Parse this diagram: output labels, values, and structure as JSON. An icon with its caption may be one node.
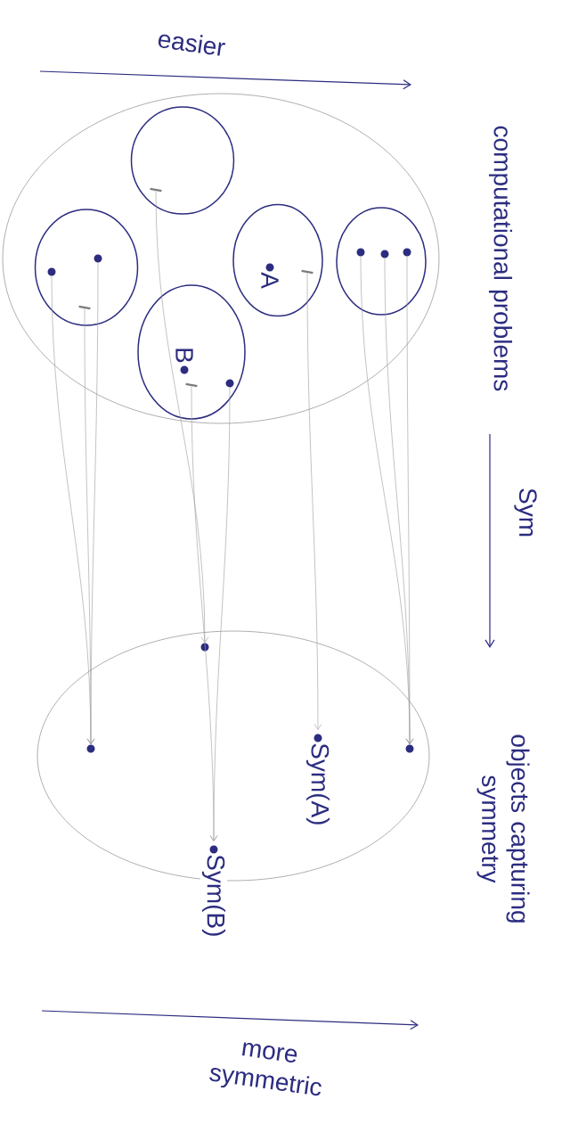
{
  "diagram": {
    "nodes": [
      {
        "text": [
          "computational problems"
        ]
      },
      {
        "text": [],
        "shape": "circle",
        "in": 0
      },
      {
        "text": [],
        "shape": "circle",
        "in": 0
      },
      {
        "text": [],
        "shape": "circle",
        "in": 0
      },
      {
        "text": [],
        "shape": "circle",
        "in": 0
      },
      {
        "text": [],
        "shape": "circle",
        "in": 0
      },
      {
        "text": [],
        "shape": "bar",
        "in": 1
      },
      {
        "text": [],
        "shape": "circle",
        "in": 2
      },
      {
        "text": [],
        "shape": "circle",
        "in": 2
      },
      {
        "text": [],
        "shape": "bar",
        "in": 2
      },
      {
        "text": [
          "A"
        ],
        "in": 3
      },
      {
        "text": [],
        "shape": "bar",
        "in": 3
      },
      {
        "text": [],
        "shape": "circle",
        "in": 4
      },
      {
        "text": [],
        "shape": "circle",
        "in": 4
      },
      {
        "text": [],
        "shape": "circle",
        "in": 4
      },
      {
        "text": [
          "B"
        ],
        "in": 5
      },
      {
        "text": [],
        "shape": "bar",
        "in": 5
      },
      {
        "text": [],
        "shape": "circle",
        "in": 5
      },
      {
        "text": [
          "objects capturing symmetry"
        ]
      },
      {
        "text": [],
        "shape": "circle",
        "in": 18
      },
      {
        "text": [],
        "shape": "circle",
        "in": 18
      },
      {
        "text": [
          "Sym(A)"
        ],
        "in": 18
      },
      {
        "text": [],
        "shape": "circle",
        "in": 18
      },
      {
        "text": [
          "Sym(B)"
        ]
      }
    ],
    "edges": [
      {
        "from": 6,
        "to": 19,
        "arrow": "to"
      },
      {
        "from": 7,
        "to": 20,
        "arrow": "to"
      },
      {
        "from": 8,
        "to": 20,
        "arrow": "to"
      },
      {
        "from": 9,
        "to": 20,
        "arrow": "to"
      },
      {
        "from": 11,
        "to": 21,
        "arrow": "to"
      },
      {
        "from": 12,
        "to": 22,
        "arrow": "to"
      },
      {
        "from": 13,
        "to": 22,
        "arrow": "to"
      },
      {
        "from": 14,
        "to": 22,
        "arrow": "to"
      },
      {
        "from": 16,
        "to": 23,
        "arrow": "to"
      },
      {
        "from": 17,
        "to": 23,
        "arrow": "to"
      }
    ],
    "labels": [
      "easier",
      "Sym",
      "more symmetric"
    ]
  }
}
